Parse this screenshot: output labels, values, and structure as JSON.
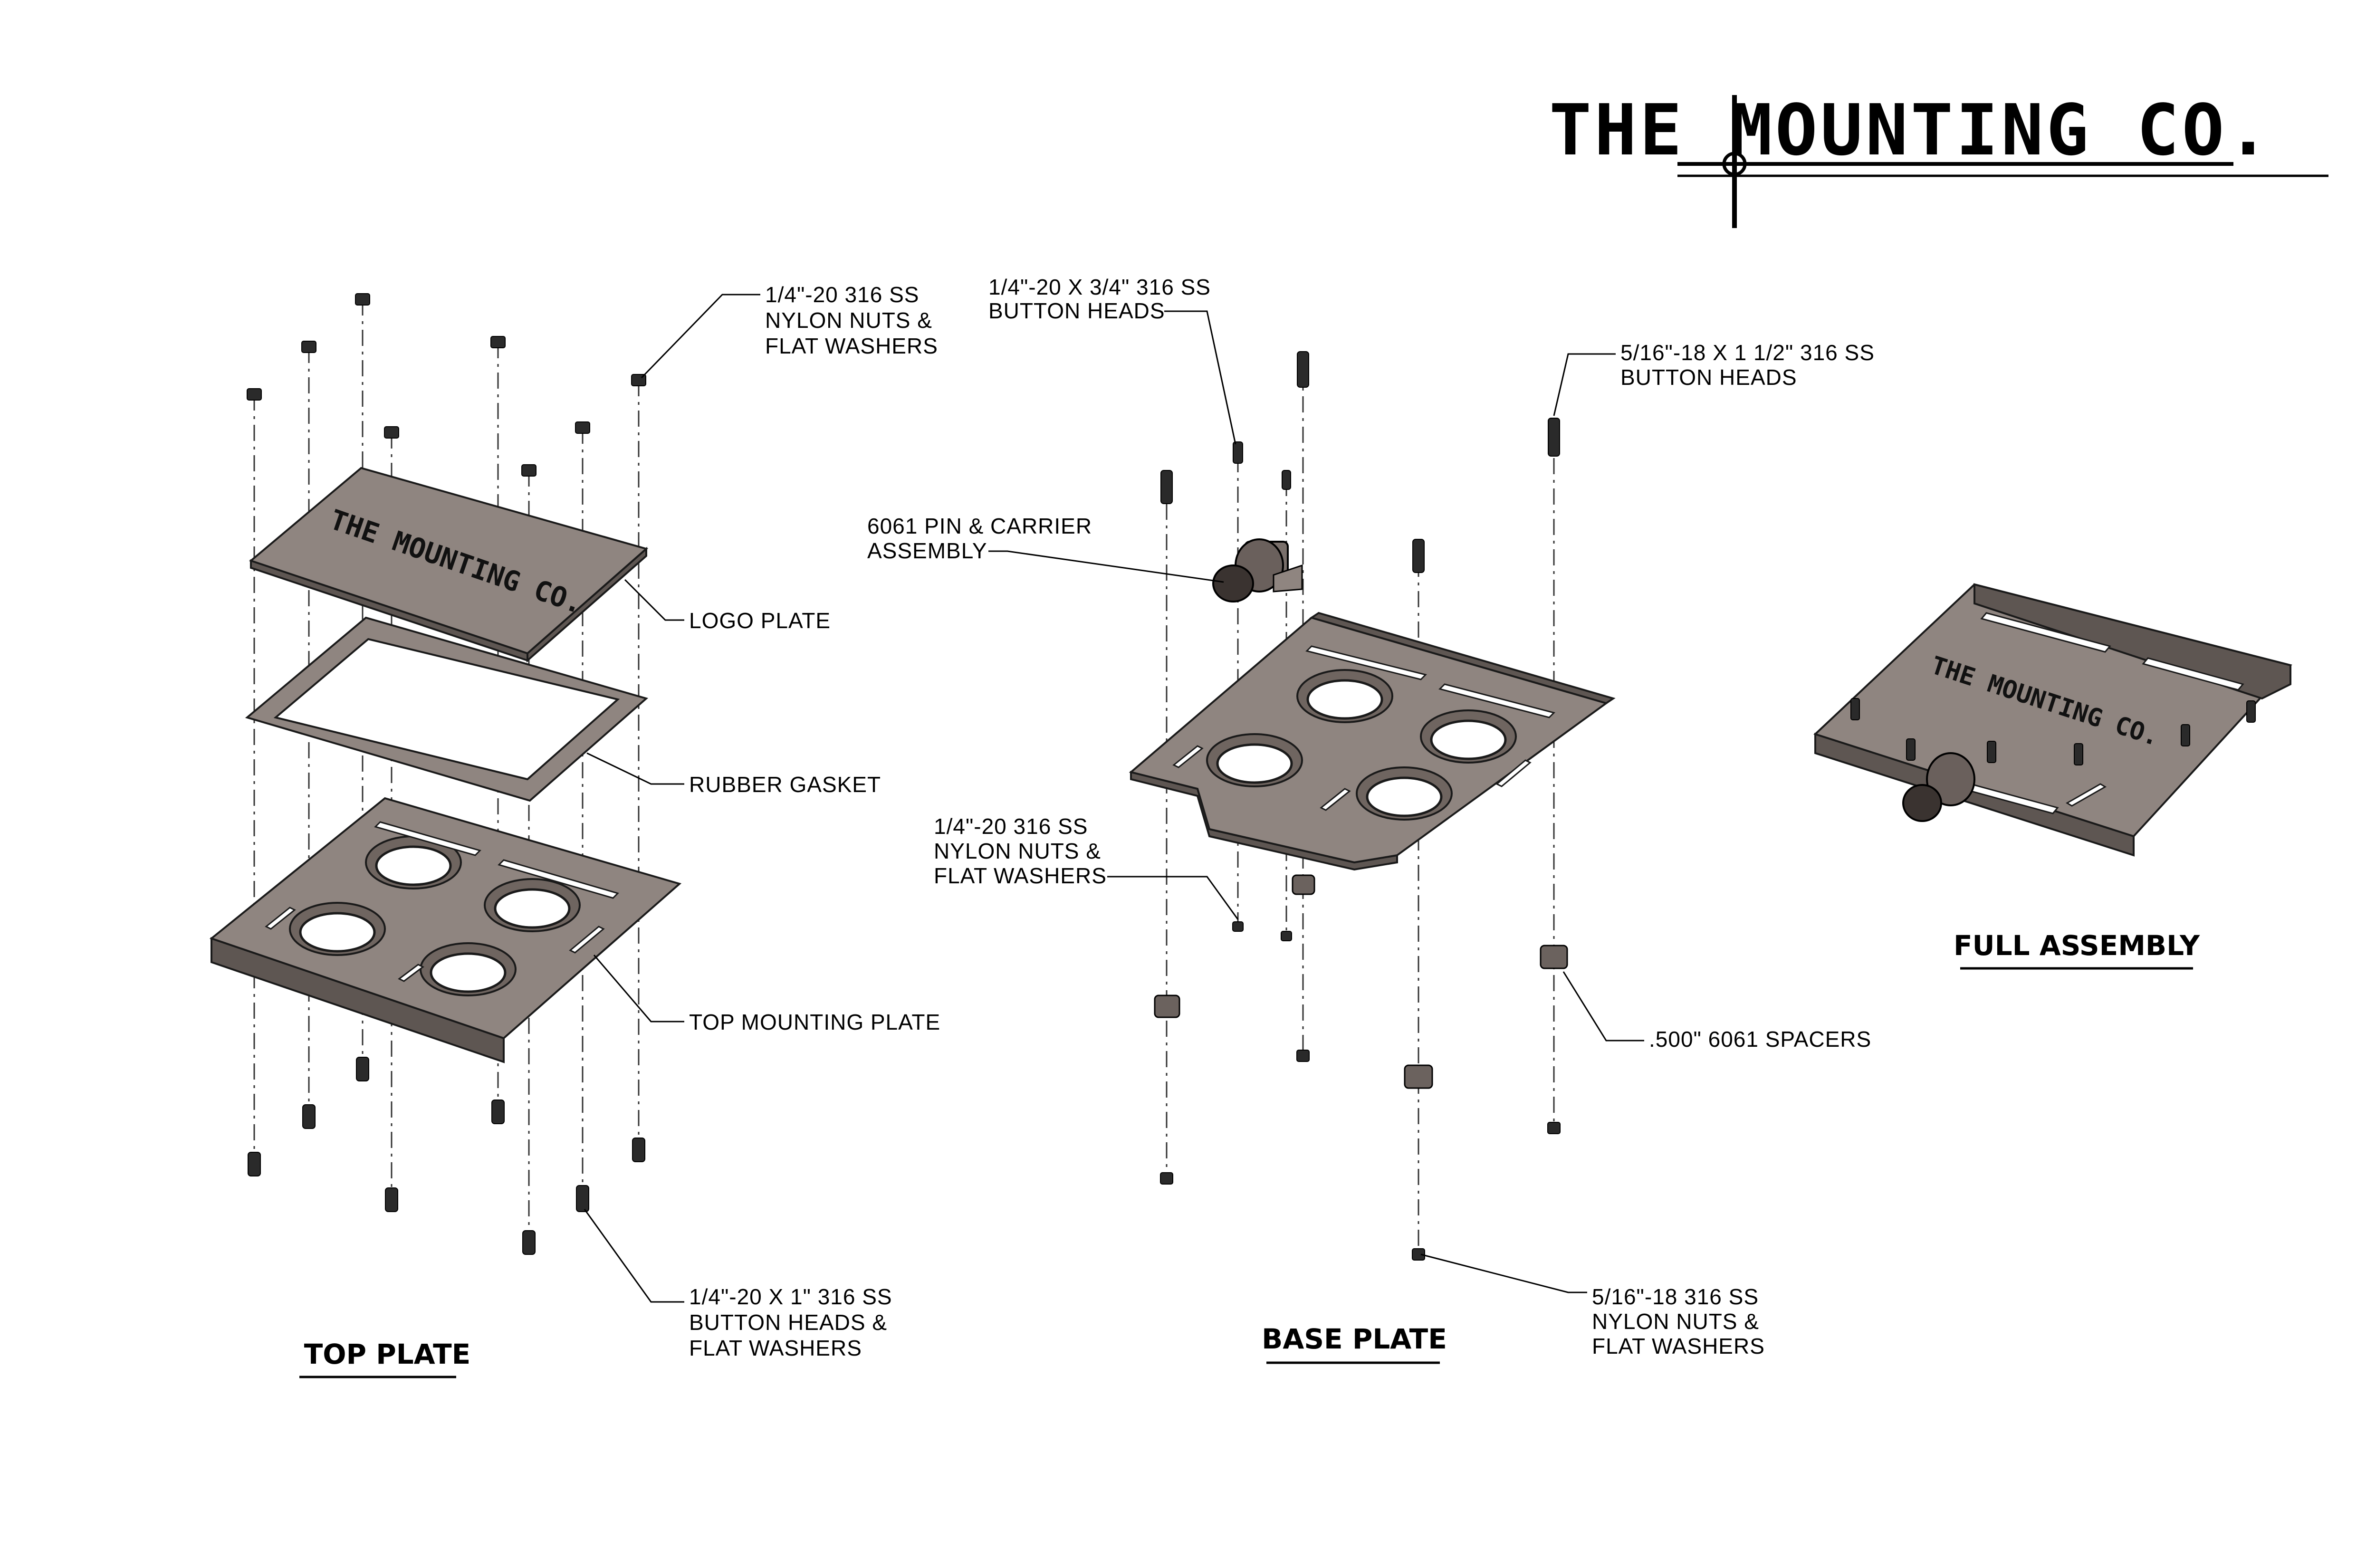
{
  "logo": {
    "text": "THE MOUNTING CO."
  },
  "top_plate": {
    "title": "TOP PLATE",
    "callouts": {
      "nuts_line1": "1/4\"-20 316 SS",
      "nuts_line2": "NYLON NUTS &",
      "nuts_line3": "FLAT WASHERS",
      "logo_plate": "LOGO PLATE",
      "rubber_gasket": "RUBBER GASKET",
      "top_mounting_plate": "TOP MOUNTING PLATE",
      "bolts_line1": "1/4\"-20 X 1\" 316 SS",
      "bolts_line2": "BUTTON HEADS &",
      "bolts_line3": "FLAT WASHERS"
    },
    "plate_logo_text": "THE MOUNTING CO."
  },
  "base_plate": {
    "title": "BASE PLATE",
    "callouts": {
      "button_heads_1_line1": "1/4\"-20 X 3/4\" 316 SS",
      "button_heads_1_line2": "BUTTON HEADS",
      "pin_line1": "6061 PIN & CARRIER",
      "pin_line2": "ASSEMBLY",
      "button_heads_2_line1": "5/16\"-18 X 1 1/2\" 316 SS",
      "button_heads_2_line2": "BUTTON HEADS",
      "nuts_line1": "1/4\"-20 316 SS",
      "nuts_line2": "NYLON NUTS &",
      "nuts_line3": "FLAT WASHERS",
      "spacers": ".500\" 6061 SPACERS",
      "nuts2_line1": "5/16\"-18 316 SS",
      "nuts2_line2": "NYLON NUTS &",
      "nuts2_line3": "FLAT WASHERS"
    }
  },
  "full_assembly": {
    "title": "FULL ASSEMBLY",
    "plate_logo_text": "THE MOUNTING CO."
  }
}
